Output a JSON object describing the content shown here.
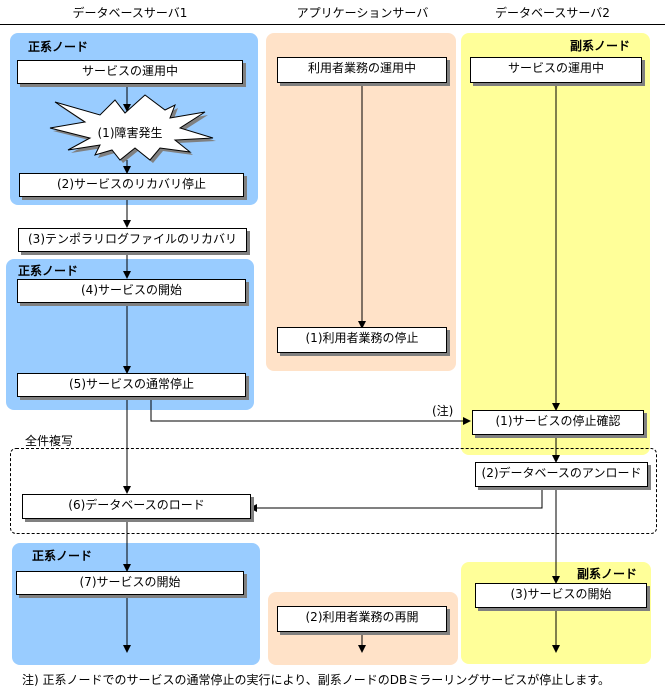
{
  "headers": {
    "db1": "データベースサーバ1",
    "app": "アプリケーションサーバ",
    "db2": "データベースサーバ2"
  },
  "zones": {
    "primary_label": "正系ノード",
    "secondary_label": "副系ノード"
  },
  "colors": {
    "primary_zone": "#99ccff",
    "app_zone": "#ffe2c8",
    "secondary_zone": "#ffff99",
    "box_shadow": "#808080"
  },
  "db1": {
    "running": "サービスの運用中",
    "failure": "(1)障害発生",
    "recovery_stop": "(2)サービスのリカバリ停止",
    "temp_log_recovery": "(3)テンポラリログファイルのリカバリ",
    "service_start": "(4)サービスの開始",
    "normal_stop": "(5)サービスの通常停止",
    "db_load": "(6)データベースのロード",
    "service_restart": "(7)サービスの開始"
  },
  "app": {
    "running": "利用者業務の運用中",
    "stop": "(1)利用者業務の停止",
    "resume": "(2)利用者業務の再開"
  },
  "db2": {
    "running": "サービスの運用中",
    "confirm_stop": "(1)サービスの停止確認",
    "db_unload": "(2)データベースのアンロード",
    "service_start": "(3)サービスの開始"
  },
  "annotations": {
    "note_marker": "(注)",
    "full_copy": "全件複写"
  },
  "footnote": "注) 正系ノードでのサービスの通常停止の実行により、副系ノードのDBミラーリングサービスが停止します。"
}
